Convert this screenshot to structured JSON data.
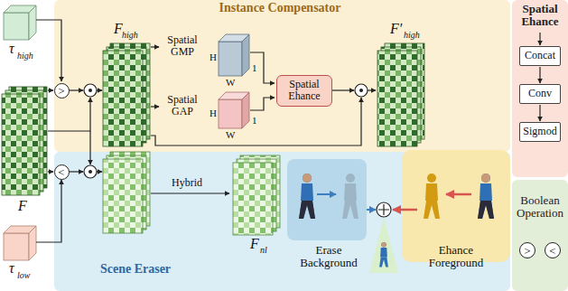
{
  "diagram": {
    "nodes": [
      {
        "text": [
          "Instance Compensator"
        ]
      },
      {
        "text": [
          ">"
        ],
        "in": 0
      },
      {
        "text": [
          "Spatial Ehance"
        ],
        "in": 0
      },
      {
        "text": [
          "Scene Eraser"
        ]
      },
      {
        "text": [
          "<"
        ],
        "in": 3
      },
      {
        "text": [
          "Spatial Ehance"
        ]
      },
      {
        "text": [
          "Concat"
        ],
        "in": 5
      },
      {
        "text": [
          "Conv"
        ],
        "in": 5
      },
      {
        "text": [
          "Sigmod"
        ],
        "in": 5
      },
      {
        "text": [
          "Boolean Operation"
        ]
      },
      {
        "text": [
          ">"
        ],
        "in": 9
      },
      {
        "text": [
          "<"
        ],
        "in": 9
      }
    ],
    "edges": [
      {
        "from": 6,
        "to": 7,
        "arrow": "to"
      },
      {
        "from": 7,
        "to": 8,
        "arrow": "to"
      }
    ],
    "labels": [
      "τ",
      "high",
      "F",
      "τ",
      "low",
      "F",
      "high",
      "Spatial GMP",
      "Spatial GAP",
      "H",
      "W",
      "1",
      "H",
      "W",
      "1",
      "F′",
      "high",
      "Hybrid",
      "F",
      "nl",
      "Erase Background",
      "Ehance Foreground"
    ]
  }
}
